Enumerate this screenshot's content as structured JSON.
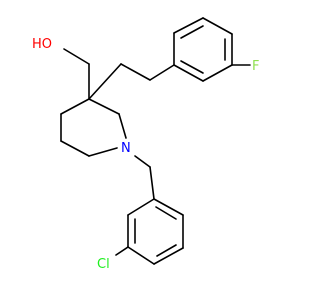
{
  "molecule": {
    "atom_labels": {
      "hydroxyl": "HO",
      "nitrogen": "N",
      "fluorine": "F",
      "chlorine": "Cl"
    },
    "colors": {
      "bond": "#000000",
      "hydroxyl": "#ff0000",
      "nitrogen": "#0000ff",
      "fluorine": "#90e050",
      "chlorine": "#1fef1f"
    }
  }
}
